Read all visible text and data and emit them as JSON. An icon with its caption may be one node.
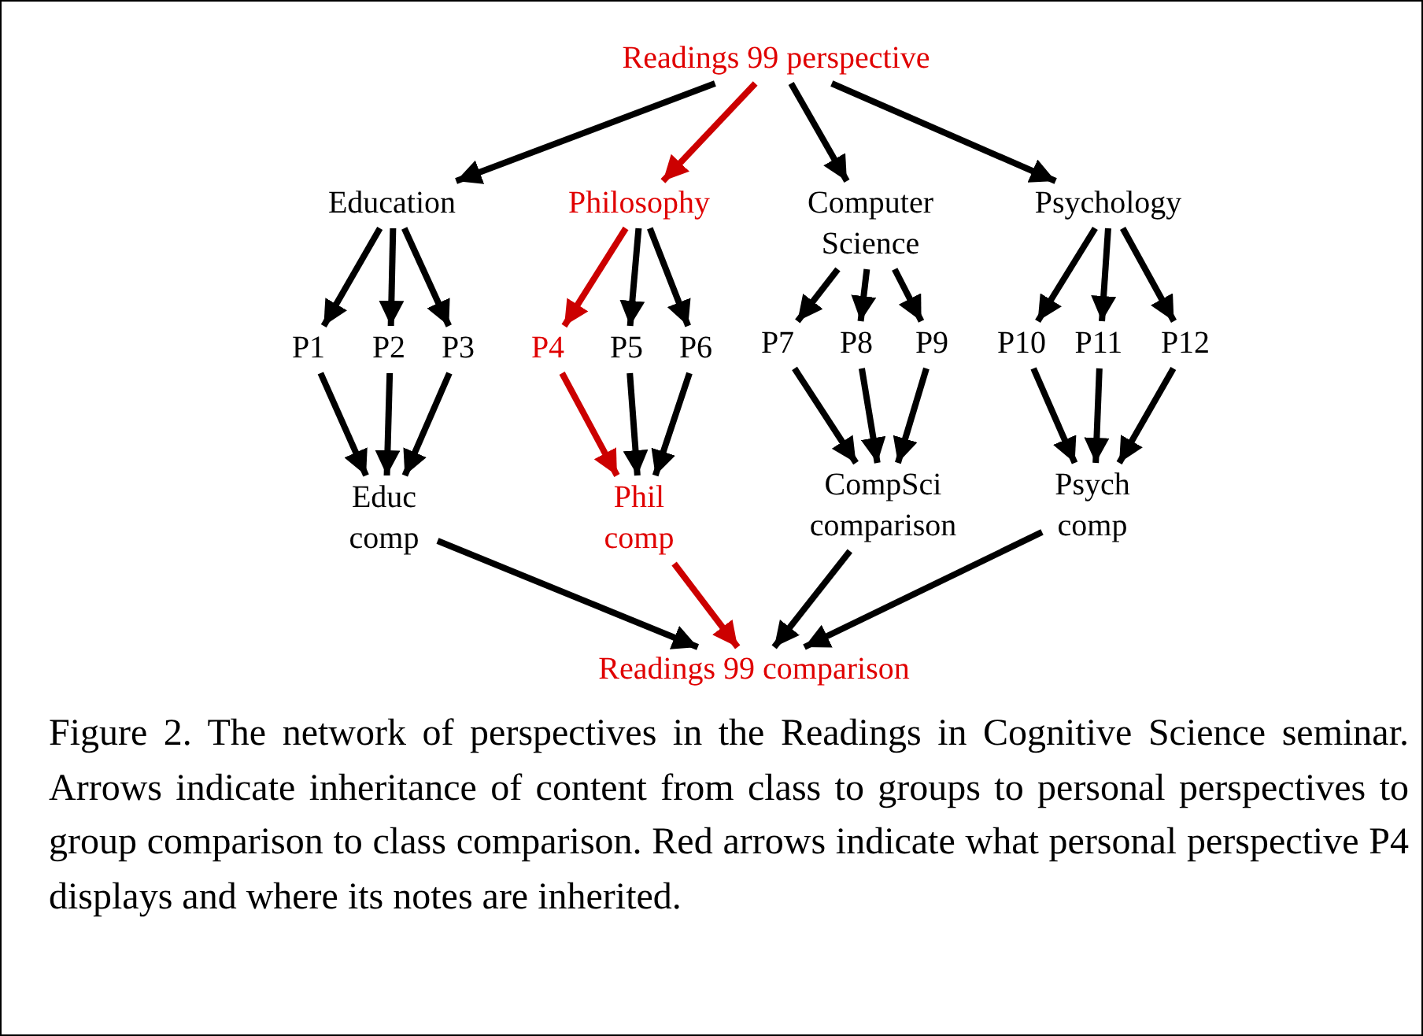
{
  "diagram": {
    "caption": "Figure 2. The network of perspectives in the Readings in Cognitive Science seminar. Arrows indicate inheritance of content from class to groups to personal perspectives to group comparison to class comparison. Red arrows indicate what personal perspective P4 displays and where its notes are inherited.",
    "nodes": [
      {
        "text": [
          "Readings 99 perspective"
        ]
      },
      {
        "text": [
          "Education"
        ]
      },
      {
        "text": [
          "Philosophy"
        ]
      },
      {
        "text": [
          "Computer Science"
        ]
      },
      {
        "text": [
          "Psychology"
        ]
      },
      {
        "text": [
          "P1"
        ]
      },
      {
        "text": [
          "P2"
        ]
      },
      {
        "text": [
          "P3"
        ]
      },
      {
        "text": [
          "P4"
        ]
      },
      {
        "text": [
          "P5"
        ]
      },
      {
        "text": [
          "P6"
        ]
      },
      {
        "text": [
          "P7"
        ]
      },
      {
        "text": [
          "P8"
        ]
      },
      {
        "text": [
          "P9"
        ]
      },
      {
        "text": [
          "P10"
        ]
      },
      {
        "text": [
          "P11"
        ]
      },
      {
        "text": [
          "P12"
        ]
      },
      {
        "text": [
          "Educ comp"
        ]
      },
      {
        "text": [
          "Phil comp"
        ]
      },
      {
        "text": [
          "CompSci comparison"
        ]
      },
      {
        "text": [
          "Psych comp"
        ]
      },
      {
        "text": [
          "Readings 99 comparison"
        ]
      }
    ],
    "edges": [
      {
        "from": 0,
        "to": 1,
        "arrow": "to"
      },
      {
        "from": 0,
        "to": 2,
        "arrow": "to",
        "color": "#cc0000"
      },
      {
        "from": 0,
        "to": 3,
        "arrow": "to"
      },
      {
        "from": 0,
        "to": 4,
        "arrow": "to"
      },
      {
        "from": 1,
        "to": 5,
        "arrow": "to"
      },
      {
        "from": 1,
        "to": 6,
        "arrow": "to"
      },
      {
        "from": 1,
        "to": 7,
        "arrow": "to"
      },
      {
        "from": 2,
        "to": 8,
        "arrow": "to",
        "color": "#cc0000"
      },
      {
        "from": 2,
        "to": 9,
        "arrow": "to"
      },
      {
        "from": 2,
        "to": 10,
        "arrow": "to"
      },
      {
        "from": 3,
        "to": 11,
        "arrow": "to"
      },
      {
        "from": 3,
        "to": 12,
        "arrow": "to"
      },
      {
        "from": 3,
        "to": 13,
        "arrow": "to"
      },
      {
        "from": 4,
        "to": 14,
        "arrow": "to"
      },
      {
        "from": 4,
        "to": 15,
        "arrow": "to"
      },
      {
        "from": 4,
        "to": 16,
        "arrow": "to"
      },
      {
        "from": 5,
        "to": 17,
        "arrow": "to"
      },
      {
        "from": 6,
        "to": 17,
        "arrow": "to"
      },
      {
        "from": 7,
        "to": 17,
        "arrow": "to"
      },
      {
        "from": 8,
        "to": 18,
        "arrow": "to",
        "color": "#cc0000"
      },
      {
        "from": 9,
        "to": 18,
        "arrow": "to"
      },
      {
        "from": 10,
        "to": 18,
        "arrow": "to"
      },
      {
        "from": 11,
        "to": 19,
        "arrow": "to"
      },
      {
        "from": 12,
        "to": 19,
        "arrow": "to"
      },
      {
        "from": 13,
        "to": 19,
        "arrow": "to"
      },
      {
        "from": 14,
        "to": 20,
        "arrow": "to"
      },
      {
        "from": 15,
        "to": 20,
        "arrow": "to"
      },
      {
        "from": 16,
        "to": 20,
        "arrow": "to"
      },
      {
        "from": 17,
        "to": 21,
        "arrow": "to"
      },
      {
        "from": 18,
        "to": 21,
        "arrow": "to",
        "color": "#cc0000"
      },
      {
        "from": 19,
        "to": 21,
        "arrow": "to"
      },
      {
        "from": 20,
        "to": 21,
        "arrow": "to"
      }
    ]
  }
}
